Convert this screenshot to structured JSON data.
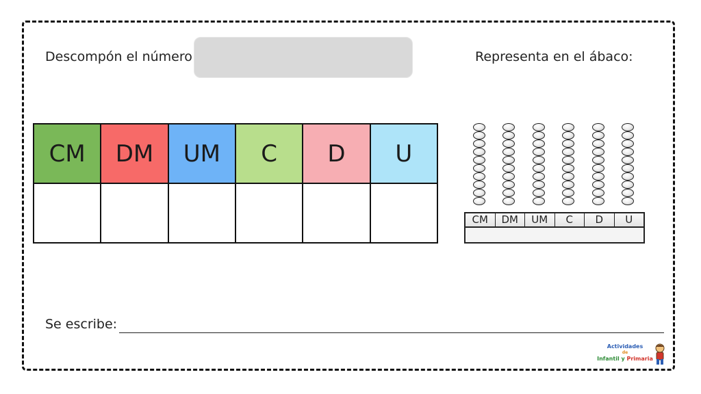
{
  "prompt": {
    "decompose_label": "Descompón el número:",
    "number_value": "",
    "abacus_label": "Representa en el ábaco:"
  },
  "place_value_table": {
    "columns": [
      {
        "label": "CM",
        "color": "#7ab858"
      },
      {
        "label": "DM",
        "color": "#f76a68"
      },
      {
        "label": "UM",
        "color": "#6eb3f7"
      },
      {
        "label": "C",
        "color": "#b8de8c"
      },
      {
        "label": "D",
        "color": "#f7aeb3"
      },
      {
        "label": "U",
        "color": "#aee4f9"
      }
    ]
  },
  "abacus": {
    "rods": [
      "CM",
      "DM",
      "UM",
      "C",
      "D",
      "U"
    ],
    "beads_per_rod": 10
  },
  "writing": {
    "label": "Se escribe:"
  },
  "logo": {
    "line1": "Actividades",
    "line2": "de",
    "line3a": "Infantil",
    "line3b": "y",
    "line3c": "Primaria"
  }
}
